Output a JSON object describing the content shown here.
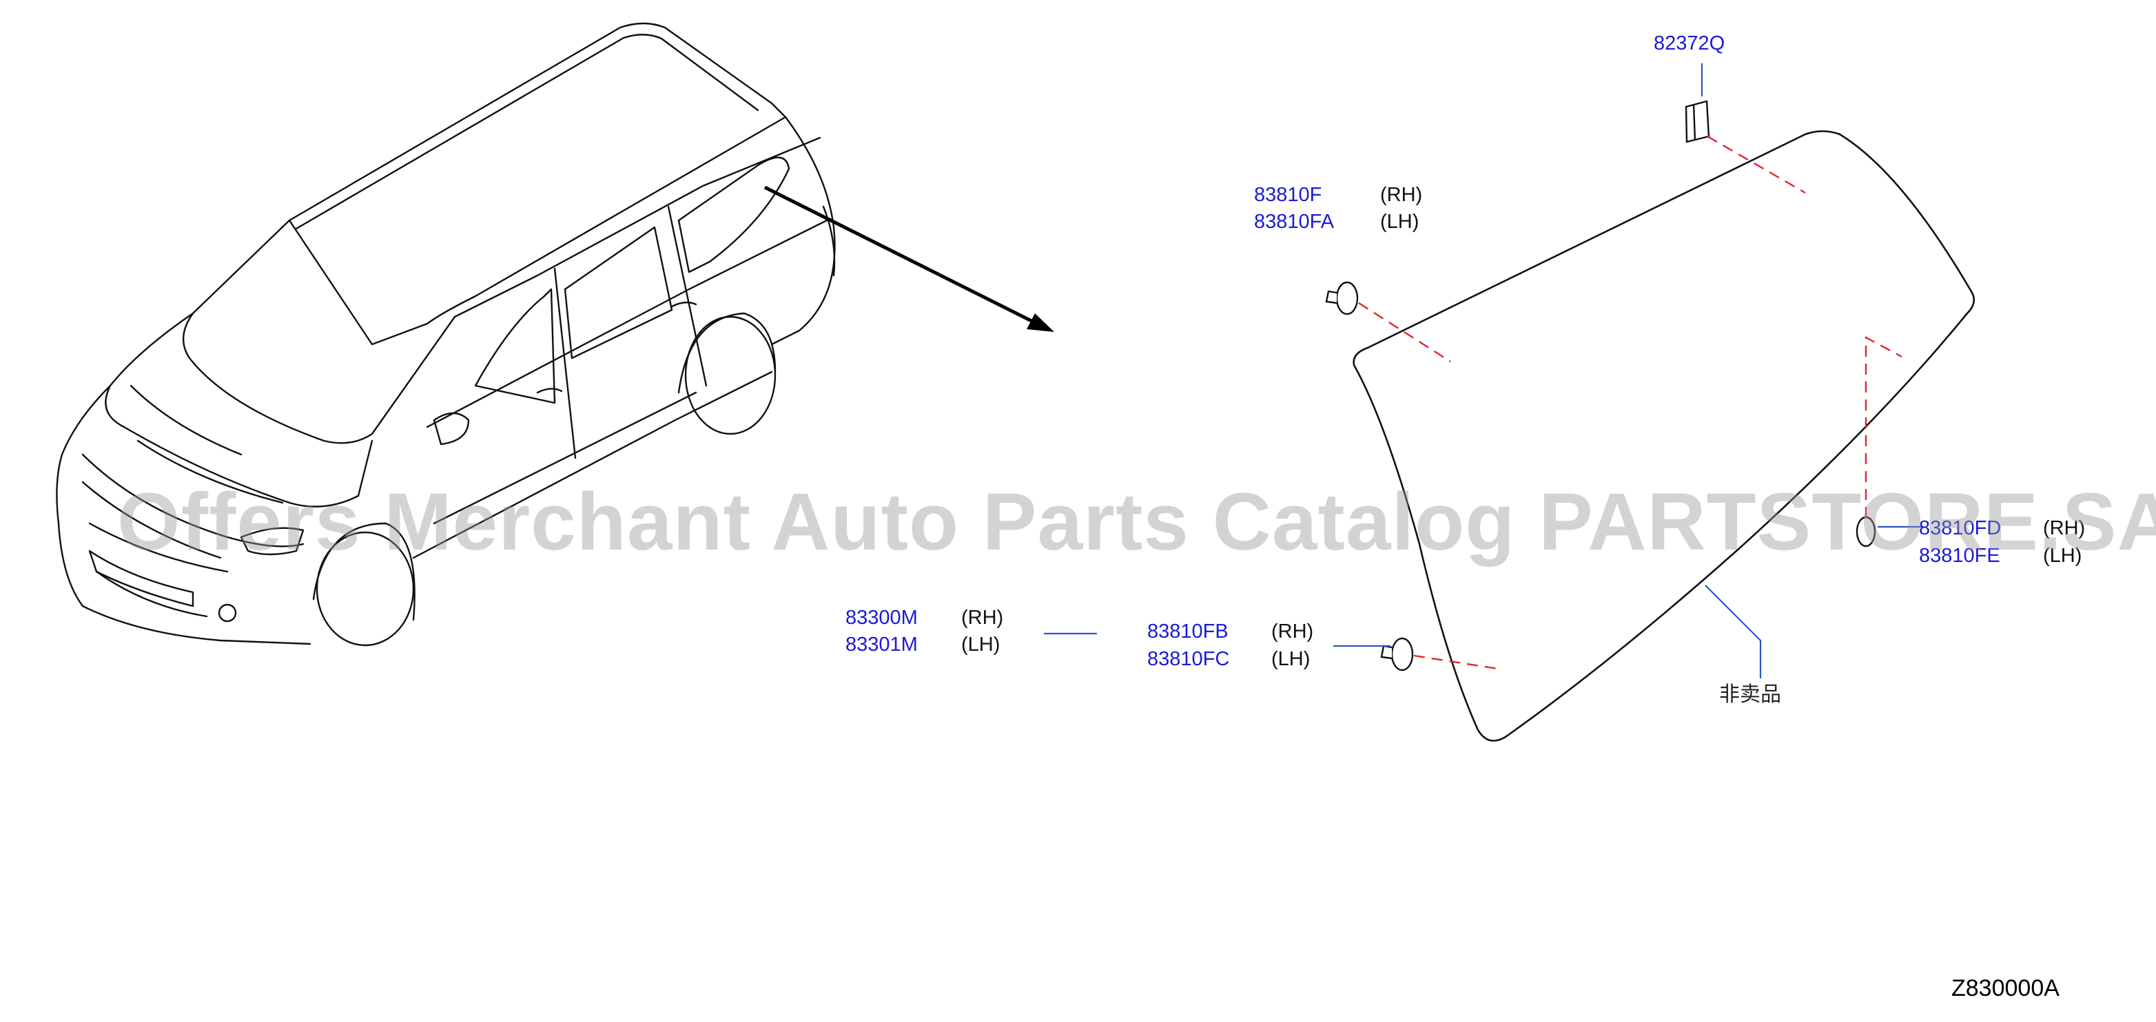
{
  "parts": {
    "p82372Q": "82372Q",
    "p83810F": "83810F",
    "p83810FA": "83810FA",
    "p83810FD": "83810FD",
    "p83810FE": "83810FE",
    "p83300M": "83300M",
    "p83301M": "83301M",
    "p83810FB": "83810FB",
    "p83810FC": "83810FC"
  },
  "sides": {
    "rh": "(RH)",
    "lh": "(LH)"
  },
  "note_not_for_sale": "非卖品",
  "diagram_code": "Z830000A",
  "watermark": "Offers Merchant Auto Parts Catalog PARTSTORE.SA",
  "colors": {
    "part_number": "#1a1ad6",
    "dashed_leader": "#e0242a",
    "leader_line": "#2b55c8",
    "drawing": "#111111"
  }
}
